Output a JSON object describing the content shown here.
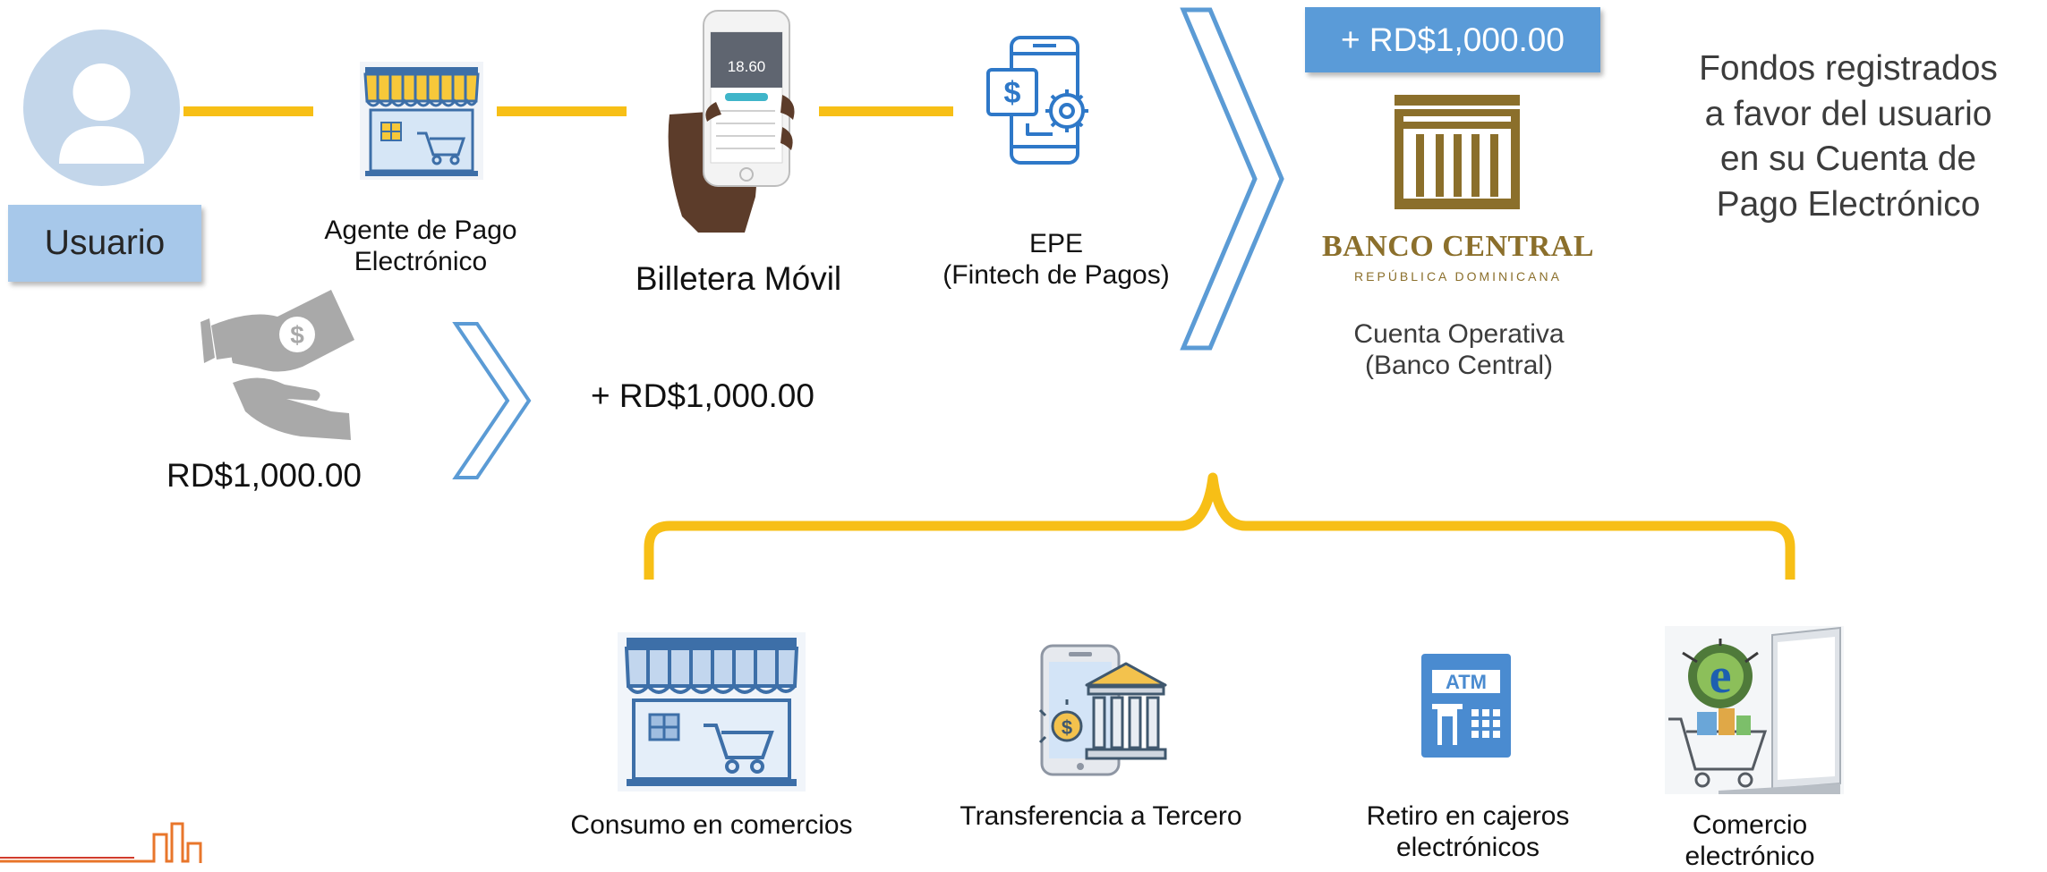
{
  "flow": {
    "user_label": "Usuario",
    "agent_label_line1": "Agente de Pago",
    "agent_label_line2": "Electrónico",
    "wallet_label": "Billetera Móvil",
    "epe_label_line1": "EPE",
    "epe_label_line2": "(Fintech de Pagos)",
    "cash_amount": "RD$1,000.00",
    "transfer_amount": "+ RD$1,000.00",
    "phone_balance": "18.60"
  },
  "bank": {
    "credit_badge": "+ RD$1,000.00",
    "logo_line1": "BANCO CENTRAL",
    "logo_line2": "REPÚBLICA DOMINICANA",
    "account_line1": "Cuenta Operativa",
    "account_line2": "(Banco Central)"
  },
  "note": {
    "line1": "Fondos registrados",
    "line2": "a favor del usuario",
    "line3": "en su Cuenta de",
    "line4": "Pago Electrónico"
  },
  "uses": {
    "commerce_label": "Consumo en comercios",
    "transfer_label": "Transferencia a Tercero",
    "atm_label_line1": "Retiro en cajeros",
    "atm_label_line2": "electrónicos",
    "atm_text": "ATM",
    "ecommerce_label_line1": "Comercio",
    "ecommerce_label_line2": "electrónico"
  },
  "colors": {
    "connector_yellow": "#f7bf16",
    "brace_yellow": "#f7bf16",
    "chevron_blue": "#5b9bd5",
    "label_box_blue": "#a7c8ea",
    "amount_box_blue": "#5a9bd8",
    "bank_gold": "#8b6f2b",
    "icon_blue": "#4a8bd0"
  }
}
